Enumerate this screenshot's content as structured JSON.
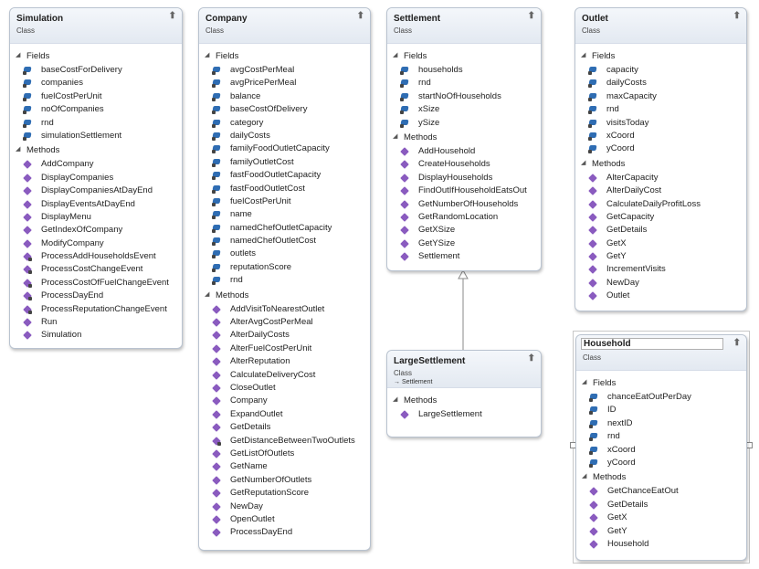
{
  "classes": {
    "simulation": {
      "name": "Simulation",
      "type": "Class",
      "fields_label": "Fields",
      "methods_label": "Methods",
      "fields": [
        "baseCostForDelivery",
        "companies",
        "fuelCostPerUnit",
        "noOfCompanies",
        "rnd",
        "simulationSettlement"
      ],
      "methods": [
        "AddCompany",
        "DisplayCompanies",
        "DisplayCompaniesAtDayEnd",
        "DisplayEventsAtDayEnd",
        "DisplayMenu",
        "GetIndexOfCompany",
        "ModifyCompany",
        "ProcessAddHouseholdsEvent",
        "ProcessCostChangeEvent",
        "ProcessCostOfFuelChangeEvent",
        "ProcessDayEnd",
        "ProcessReputationChangeEvent",
        "Run",
        "Simulation"
      ]
    },
    "company": {
      "name": "Company",
      "type": "Class",
      "fields_label": "Fields",
      "methods_label": "Methods",
      "fields": [
        "avgCostPerMeal",
        "avgPricePerMeal",
        "balance",
        "baseCostOfDelivery",
        "category",
        "dailyCosts",
        "familyFoodOutletCapacity",
        "familyOutletCost",
        "fastFoodOutletCapacity",
        "fastFoodOutletCost",
        "fuelCostPerUnit",
        "name",
        "namedChefOutletCapacity",
        "namedChefOutletCost",
        "outlets",
        "reputationScore",
        "rnd"
      ],
      "methods": [
        "AddVisitToNearestOutlet",
        "AlterAvgCostPerMeal",
        "AlterDailyCosts",
        "AlterFuelCostPerUnit",
        "AlterReputation",
        "CalculateDeliveryCost",
        "CloseOutlet",
        "Company",
        "ExpandOutlet",
        "GetDetails",
        "GetDistanceBetweenTwoOutlets",
        "GetListOfOutlets",
        "GetName",
        "GetNumberOfOutlets",
        "GetReputationScore",
        "NewDay",
        "OpenOutlet",
        "ProcessDayEnd"
      ]
    },
    "settlement": {
      "name": "Settlement",
      "type": "Class",
      "fields_label": "Fields",
      "methods_label": "Methods",
      "fields": [
        "households",
        "rnd",
        "startNoOfHouseholds",
        "xSize",
        "ySize"
      ],
      "methods": [
        "AddHousehold",
        "CreateHouseholds",
        "DisplayHouseholds",
        "FindOutIfHouseholdEatsOut",
        "GetNumberOfHouseholds",
        "GetRandomLocation",
        "GetXSize",
        "GetYSize",
        "Settlement"
      ]
    },
    "outlet": {
      "name": "Outlet",
      "type": "Class",
      "fields_label": "Fields",
      "methods_label": "Methods",
      "fields": [
        "capacity",
        "dailyCosts",
        "maxCapacity",
        "rnd",
        "visitsToday",
        "xCoord",
        "yCoord"
      ],
      "methods": [
        "AlterCapacity",
        "AlterDailyCost",
        "CalculateDailyProfitLoss",
        "GetCapacity",
        "GetDetails",
        "GetX",
        "GetY",
        "IncrementVisits",
        "NewDay",
        "Outlet"
      ]
    },
    "largesettlement": {
      "name": "LargeSettlement",
      "type": "Class",
      "base": "→ Settlement",
      "methods_label": "Methods",
      "methods": [
        "LargeSettlement"
      ]
    },
    "household": {
      "name": "Household",
      "type": "Class",
      "fields_label": "Fields",
      "methods_label": "Methods",
      "fields": [
        "chanceEatOutPerDay",
        "ID",
        "nextID",
        "rnd",
        "xCoord",
        "yCoord"
      ],
      "methods": [
        "GetChanceEatOut",
        "GetDetails",
        "GetX",
        "GetY",
        "Household"
      ]
    }
  }
}
